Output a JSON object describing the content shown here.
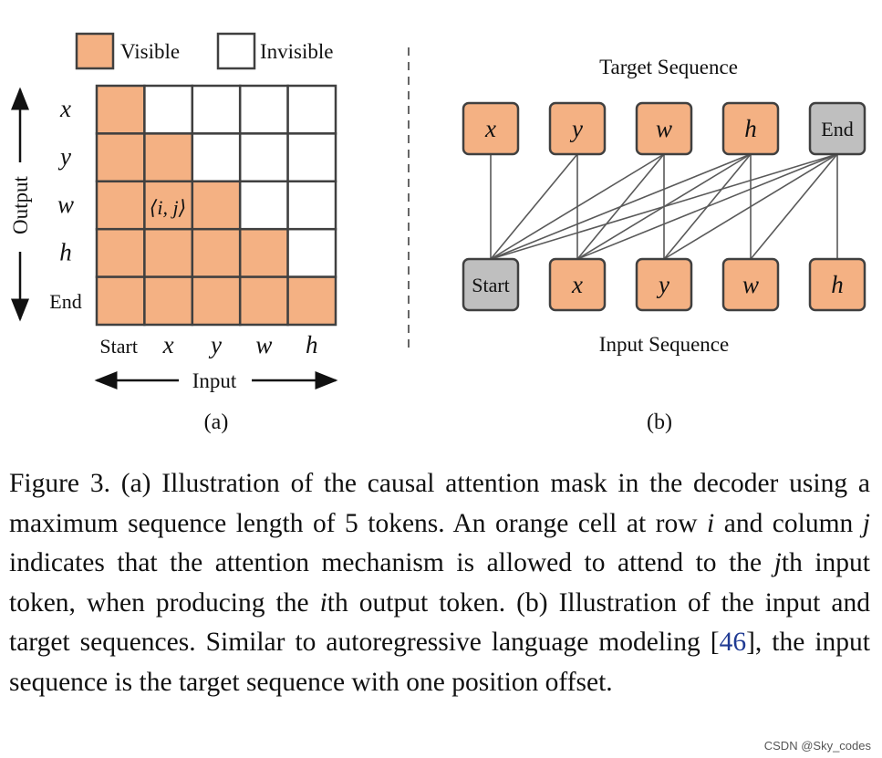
{
  "legend": {
    "visible_label": "Visible",
    "invisible_label": "Invisible"
  },
  "mask": {
    "output_label": "Output",
    "input_label": "Input",
    "rows": [
      "x",
      "y",
      "w",
      "h",
      "End"
    ],
    "cols": [
      "Start",
      "x",
      "y",
      "w",
      "h"
    ],
    "cell_annotation": "⟨i, j⟩",
    "sublabel": "(a)"
  },
  "sequences": {
    "target_title": "Target Sequence",
    "input_title": "Input Sequence",
    "target_tokens": [
      "x",
      "y",
      "w",
      "h",
      "End"
    ],
    "input_tokens": [
      "Start",
      "x",
      "y",
      "w",
      "h"
    ],
    "sublabel": "(b)"
  },
  "caption": {
    "p1": "Figure 3.  (a) Illustration of the causal attention mask in the decoder using a maximum sequence length of 5 tokens. An orange cell at row ",
    "i1": "i",
    "p2": " and column ",
    "j1": "j",
    "p3": " indicates that the attention mechanism is allowed to attend to the ",
    "j2": "j",
    "p4": "th input token, when producing the ",
    "i2": "i",
    "p5": "th output token. (b) Illustration of the input and target sequences. Similar to autoregressive language modeling [",
    "cite": "46",
    "p6": "], the input sequence is the target sequence with one position offset."
  },
  "watermark": "CSDN @Sky_codes",
  "colors": {
    "orange": "#f4b183",
    "gray": "#bfbfbf",
    "line": "#595959",
    "border": "#404040"
  }
}
